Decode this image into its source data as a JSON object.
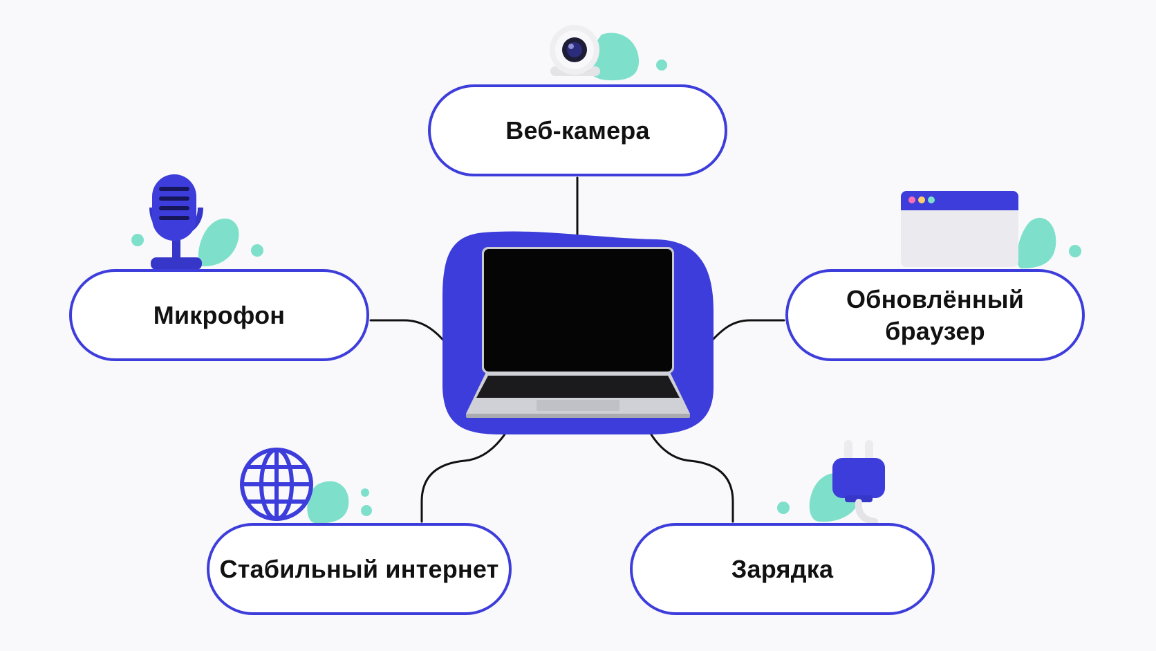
{
  "diagram": {
    "center": {
      "name": "laptop-icon",
      "blob_color": "#3d3ddb"
    },
    "nodes": [
      {
        "key": "webcam",
        "label": "Веб-камера",
        "icon": "webcam-icon"
      },
      {
        "key": "mic",
        "label": "Микрофон",
        "icon": "microphone-icon"
      },
      {
        "key": "browser",
        "label": "Обновлённый браузер",
        "icon": "browser-window-icon"
      },
      {
        "key": "internet",
        "label": "Стабильный интернет",
        "icon": "globe-icon"
      },
      {
        "key": "charge",
        "label": "Зарядка",
        "icon": "plug-icon"
      }
    ],
    "colors": {
      "accent": "#3d3ddb",
      "mint": "#7ee0cb",
      "connector": "#111111",
      "background": "#f9f9fb"
    }
  }
}
